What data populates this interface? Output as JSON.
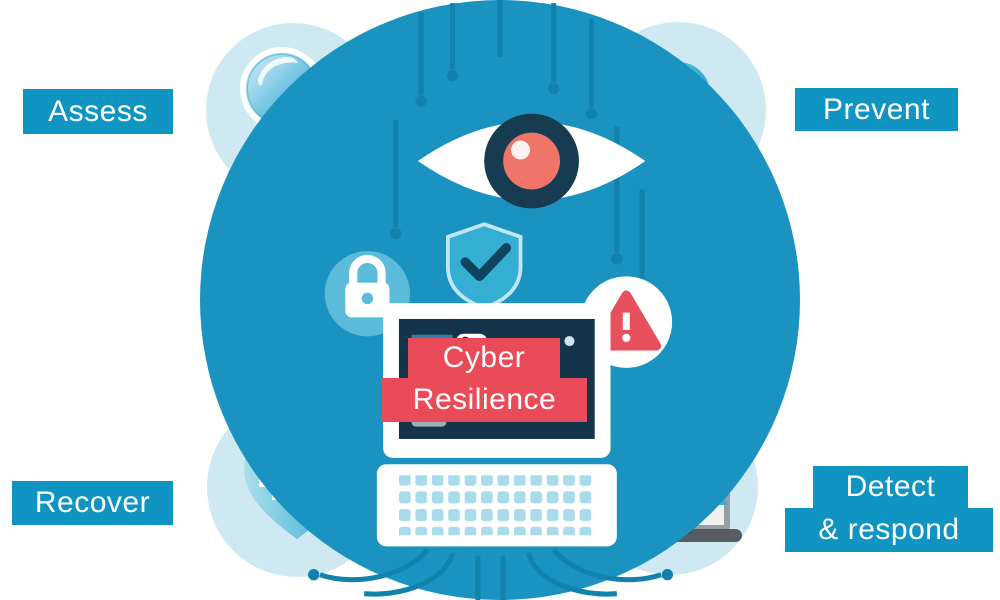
{
  "diagram": {
    "name": "Cyber Resilience cycle",
    "center": {
      "banner": {
        "line1": "Cyber",
        "line2": "Resilience",
        "color": "#ea4b58"
      },
      "circle_icons": [
        "eye-icon",
        "shield-check-icon",
        "padlock-badge-icon",
        "alert-triangle-icon",
        "laptop-icon",
        "circuit-lines"
      ]
    },
    "stages": [
      {
        "id": "assess",
        "label": "Assess",
        "icon": "magnifier-icon",
        "position": "top-left"
      },
      {
        "id": "prevent",
        "label": "Prevent",
        "icon": "padlock-icon",
        "position": "top-right"
      },
      {
        "id": "detect",
        "label": "Detect",
        "label2": "& respond",
        "icon": "laptop-alert-icon",
        "position": "bottom-right"
      },
      {
        "id": "recover",
        "label": "Recover",
        "icon": "heart-shield-icon",
        "position": "bottom-left"
      }
    ],
    "flow": [
      "assess",
      "prevent",
      "detect",
      "recover"
    ],
    "colors": {
      "label_bg": "#1095c2",
      "label_text": "#ffffff",
      "stage_circle": "#cee9f1",
      "center_circle": "#1b93c0",
      "banner_red": "#ea4b58",
      "arrow_dark": "#2aa3cc",
      "arrow_light": "#8ecfe0"
    }
  }
}
